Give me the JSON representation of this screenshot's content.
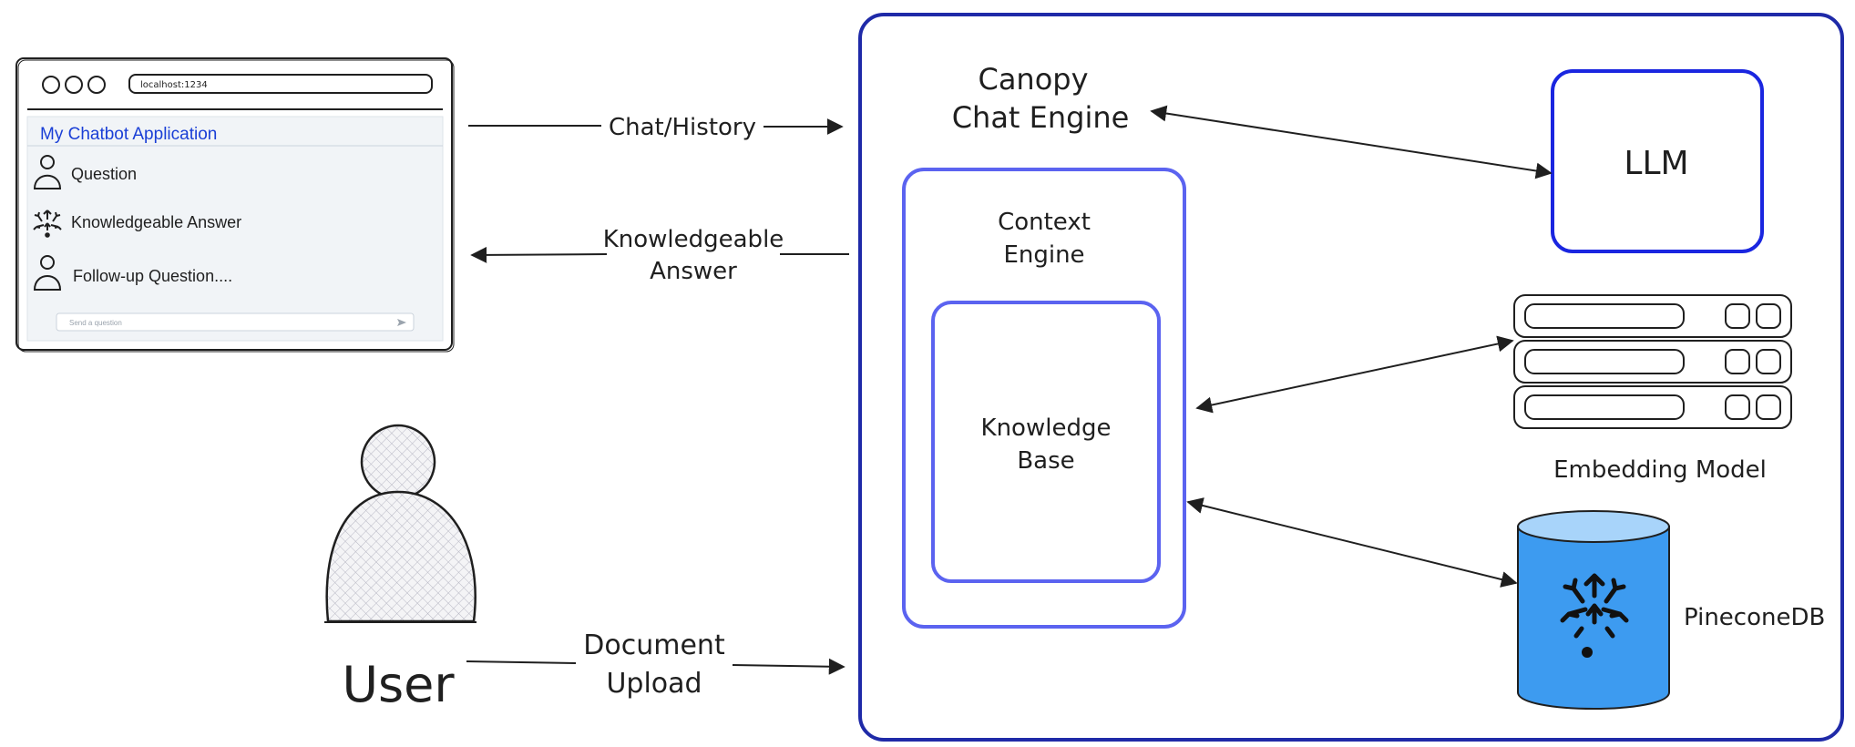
{
  "browser": {
    "url": "localhost:1234",
    "app_title": "My Chatbot Application",
    "messages": [
      {
        "text": "Question",
        "icon": "user-icon"
      },
      {
        "text": "Knowledgeable Answer",
        "icon": "pinecone-logo-icon"
      },
      {
        "text": "Follow-up Question....",
        "icon": "user-icon"
      }
    ],
    "input_placeholder": "Send a question"
  },
  "flows": {
    "chat_history": "Chat/History",
    "answer_line1": "Knowledgeable",
    "answer_line2": "Answer",
    "doc_line1": "Document",
    "doc_line2": "Upload"
  },
  "user_label": "User",
  "canopy": {
    "title_line1": "Canopy",
    "title_line2": "Chat Engine",
    "context_line1": "Context",
    "context_line2": "Engine",
    "kb_line1": "Knowledge",
    "kb_line2": "Base"
  },
  "llm_label": "LLM",
  "embedding_label": "Embedding Model",
  "db_label": "PineconeDB",
  "colors": {
    "canopy_border": "#1f2aa8",
    "canopy_text": "#1f2aa8",
    "llm_border": "#1a26e0",
    "llm_text": "#1a26e0",
    "context_border": "#5b63f0",
    "cylinder_fill": "#3d9bf0",
    "cylinder_top": "#a8d4fa",
    "chat_panel": "#f1f4f7",
    "app_title": "#1a3fd6"
  }
}
